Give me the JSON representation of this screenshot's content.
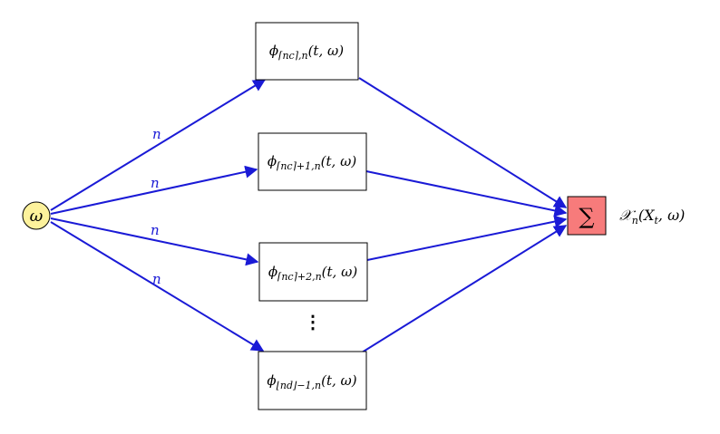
{
  "input_node": {
    "label": "ω",
    "fill": "#fdf29c"
  },
  "boxes": [
    {
      "main": "ϕ",
      "sub": "⌈nc⌉,n",
      "args": "(t, ω)"
    },
    {
      "main": "ϕ",
      "sub": "⌈nc⌉+1,n",
      "args": "(t, ω)"
    },
    {
      "main": "ϕ",
      "sub": "⌈nc⌉+2,n",
      "args": "(t, ω)"
    },
    {
      "main": "ϕ",
      "sub": "⌊nd⌋−1,n",
      "args": "(t, ω)"
    }
  ],
  "edge_labels": [
    "n",
    "n",
    "n",
    "n"
  ],
  "ellipsis": "⋮",
  "sum_node": {
    "label": "∑",
    "fill": "#f77b7b"
  },
  "output": {
    "main": "𝒳",
    "sub": "n",
    "args": "(X",
    "args_sub": "t",
    "args_end": ", ω)"
  },
  "colors": {
    "edge": "#1a1ad6",
    "box_stroke": "#000000"
  }
}
